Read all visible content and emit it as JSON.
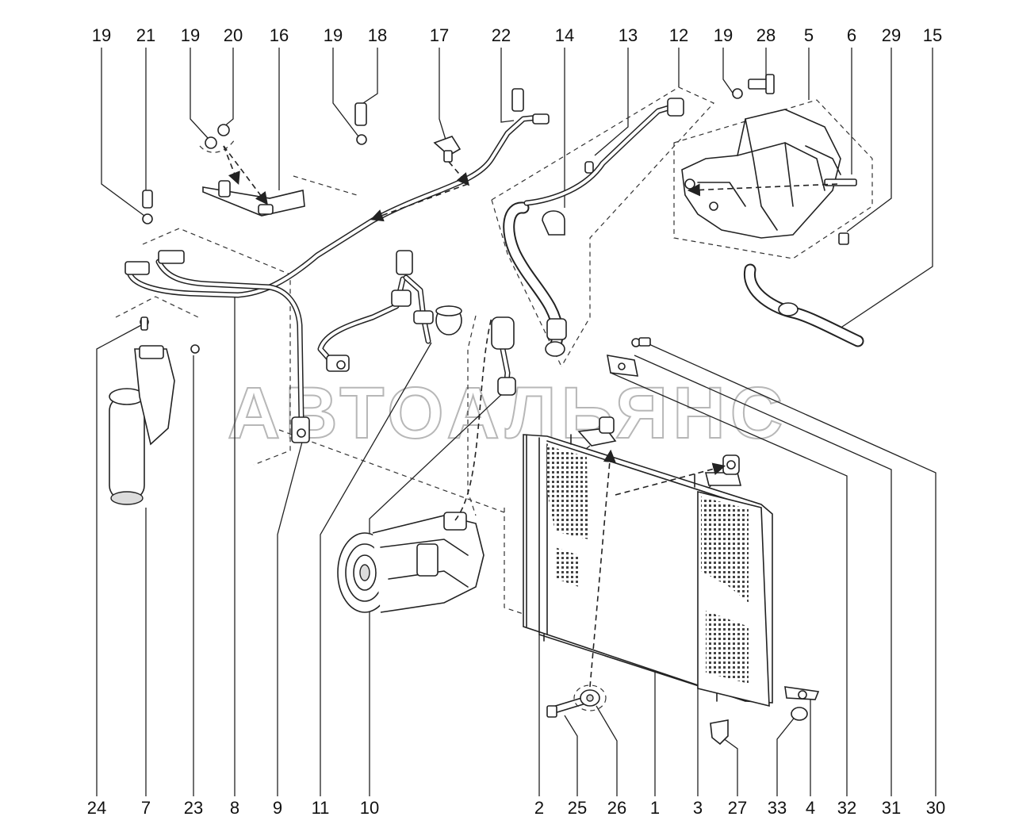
{
  "watermark": "АВТОАЛЬЯНС",
  "callouts_top": [
    "19",
    "21",
    "19",
    "20",
    "16",
    "19",
    "18",
    "17",
    "22",
    "14",
    "13",
    "12",
    "19",
    "28",
    "5",
    "6",
    "29",
    "15"
  ],
  "callouts_bottom": [
    "24",
    "7",
    "23",
    "8",
    "9",
    "11",
    "10",
    "2",
    "25",
    "26",
    "1",
    "3",
    "27",
    "33",
    "4",
    "32",
    "31",
    "30"
  ]
}
